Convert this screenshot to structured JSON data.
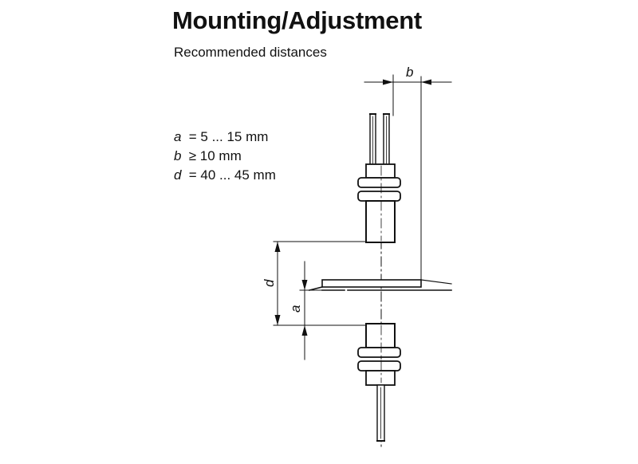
{
  "header": {
    "title": "Mounting/Adjustment",
    "subtitle": "Recommended distances"
  },
  "legend": [
    {
      "symbol": "a",
      "relation": "= 5 ... 15 mm"
    },
    {
      "symbol": "b",
      "relation": "≥ 10 mm"
    },
    {
      "symbol": "d",
      "relation": "= 40 ... 45 mm"
    }
  ],
  "diagram": {
    "label_b": "b",
    "label_d": "d",
    "label_a": "a"
  }
}
